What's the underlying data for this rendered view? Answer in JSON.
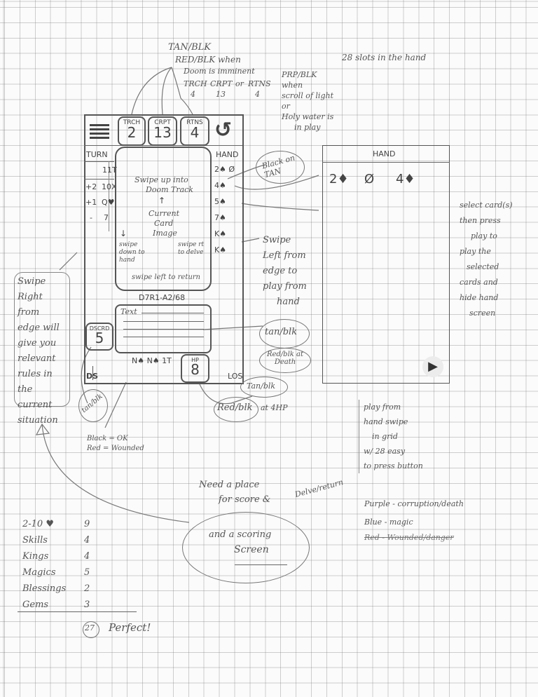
{
  "top_annotations": {
    "tan_blk": "TAN/BLK",
    "red_blk": "RED/BLK when",
    "doom": "Doom is imminent",
    "trch": "TRCH",
    "trch_val": "4",
    "crpt": "CRPT",
    "crpt_val": "13",
    "or": "or",
    "rtns": "RTNS",
    "rtns_val": "4",
    "prp_blk": "PRP/BLK",
    "when": "when",
    "scroll": "scroll of light",
    "or2": "or",
    "holy": "Holy water is",
    "in_play": "in play"
  },
  "stats_note": "28 slots in the hand",
  "phone": {
    "counters": [
      {
        "label": "TRCH",
        "value": "2"
      },
      {
        "label": "CRPT",
        "value": "13"
      },
      {
        "label": "RTNS",
        "value": "4"
      }
    ],
    "turn_label": "TURN",
    "hand_label": "HAND",
    "turn_rows": [
      {
        "mod": "",
        "card": "11T"
      },
      {
        "mod": "+2",
        "card": "10X"
      },
      {
        "mod": "+1",
        "card": "Q♥"
      },
      {
        "mod": "-",
        "card": "7"
      }
    ],
    "hand_rows": [
      "2♠  Ø",
      "4♠",
      "5♠",
      "7♠",
      "K♠",
      "K♠"
    ],
    "card": {
      "swipe_up": "Swipe up into",
      "doom_track": "Doom Track",
      "current": "Current",
      "card": "Card",
      "image": "Image",
      "swipe_down": "swipe down to hand",
      "swipe_right": "swipe rt to delve",
      "swipe_left": "swipe left to return"
    },
    "deck_code": "D7R1-A2/68",
    "text_label": "Text",
    "discard": {
      "label": "DSCRD",
      "value": "5"
    },
    "status": "N♠ N♠ 1T",
    "hp": {
      "label": "HP",
      "value": "8"
    },
    "ds": "DS",
    "los": "LOS"
  },
  "side_annotations": {
    "black_on_tan": "Black on TAN",
    "swipe_left_edge": [
      "Swipe",
      "Left from",
      "edge to",
      "play from",
      "hand"
    ],
    "swipe_right_edge": [
      "Swipe",
      "Right from",
      "edge will",
      "give you",
      "relevant",
      "rules in",
      "the current",
      "situation"
    ],
    "tan_blk_text": "tan/blk",
    "red_blk_death": "Red/blk at Death",
    "tan_blk_hp": "Tan/blk",
    "red_blk_hp": "Red/blk",
    "at_4hp": "at 4HP",
    "tan_blk_ds": "tan/blk",
    "black_ok": "Black = OK",
    "red_wounded": "Red = Wounded"
  },
  "hand_screen": {
    "title": "HAND",
    "cards": [
      "2♦",
      "Ø",
      "4♦"
    ],
    "play_icon": "play-icon",
    "note": [
      "select card(s)",
      "then press",
      "play to",
      "play the",
      "selected",
      "cards and",
      "hide hand",
      "screen"
    ],
    "swipe_note": [
      "play from",
      "hand swipe",
      "in grid",
      "w/ 28 easy",
      "to press button"
    ]
  },
  "score_note": {
    "need": "Need a place",
    "for_score": "for score &",
    "delve_return": "Delve/return",
    "scoring": "and a scoring",
    "screen": "Screen"
  },
  "colors_note": {
    "purple": "Purple - corruption/death",
    "blue": "Blue - magic",
    "red": "Red - Wounded/danger"
  },
  "score_table": [
    {
      "label": "2-10 ♥",
      "value": "9"
    },
    {
      "label": "Skills",
      "value": "4"
    },
    {
      "label": "Kings",
      "value": "4"
    },
    {
      "label": "Magics",
      "value": "5"
    },
    {
      "label": "Blessings",
      "value": "2"
    },
    {
      "label": "Gems",
      "value": "3"
    }
  ],
  "total": "27",
  "total_note": "Perfect!"
}
